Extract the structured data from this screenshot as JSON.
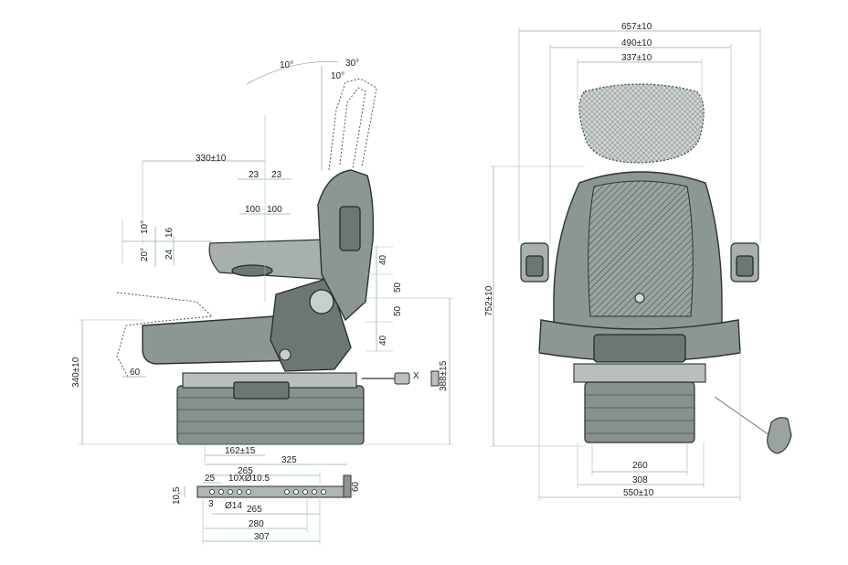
{
  "side_view": {
    "angles": {
      "a1": "10°",
      "a2": "30°",
      "a3": "10°",
      "a4": "10°",
      "a5": "20°"
    },
    "dims": {
      "top_width": "330±10",
      "adj_left": "23",
      "adj_right": "23",
      "slide_left": "100",
      "slide_right": "100",
      "armrest_16": "16",
      "armrest_24": "24",
      "backrest_40a": "40",
      "backrest_50a": "50",
      "backrest_50b": "50",
      "backrest_40b": "40",
      "seat_height": "340±10",
      "total_height": "388±15",
      "depth_60": "60",
      "x_label": "X",
      "base_162": "162±15"
    }
  },
  "rail_view": {
    "dims": {
      "d325": "325",
      "d265top": "265",
      "d25": "25",
      "holes": "10XØ10.5",
      "d10_5": "10,5",
      "d3": "3",
      "d14": "Ø14",
      "d265bot": "265",
      "d280": "280",
      "d307": "307",
      "d60": "60"
    }
  },
  "front_view": {
    "dims": {
      "w657": "657±10",
      "w490": "490±10",
      "w337": "337±10",
      "h752": "752±10",
      "b260": "260",
      "b308": "308",
      "b550": "550±10"
    }
  }
}
